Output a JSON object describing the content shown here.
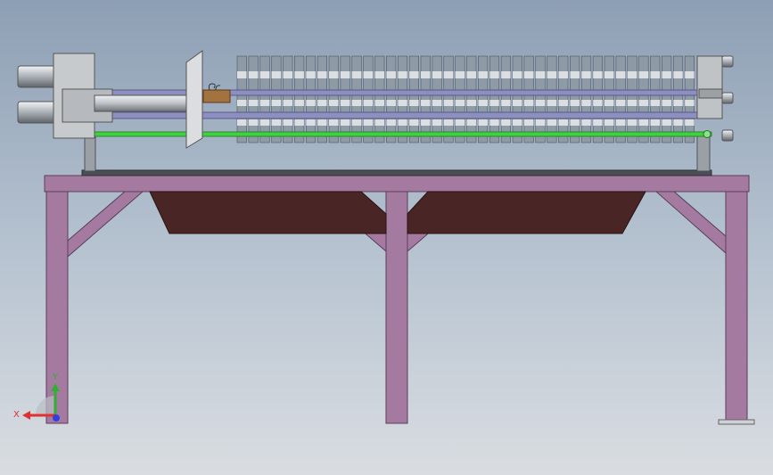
{
  "viewport": {
    "background_top": "#8d9fb4",
    "background_bottom": "#d9dde1"
  },
  "model": {
    "frame_color": "#a57aa0",
    "frame_stroke": "#5a3e5a",
    "drip_tray_color": "#4a2526",
    "plate_color": "#8e9aa6",
    "plate_band_color": "#dcdfe2",
    "tie_bar_color": "#8d8fc0",
    "highlight_color": "#3fd13f",
    "cylinder_color": "#c4c8cc",
    "handle_color": "#a2733f",
    "plate_count": 40
  },
  "triad": {
    "x_label": "X",
    "y_label": "Y",
    "x_color": "#e03030",
    "y_color": "#30b030",
    "z_color": "#3040e0"
  }
}
